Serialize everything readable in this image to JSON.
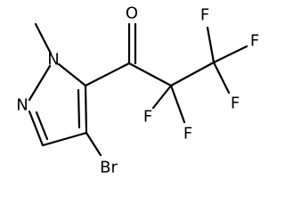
{
  "molecule": {
    "atoms": {
      "n1": "N",
      "n2": "N",
      "o": "O",
      "br": "Br",
      "f1": "F",
      "f2": "F",
      "f3": "F",
      "f4": "F",
      "f5": "F"
    }
  }
}
